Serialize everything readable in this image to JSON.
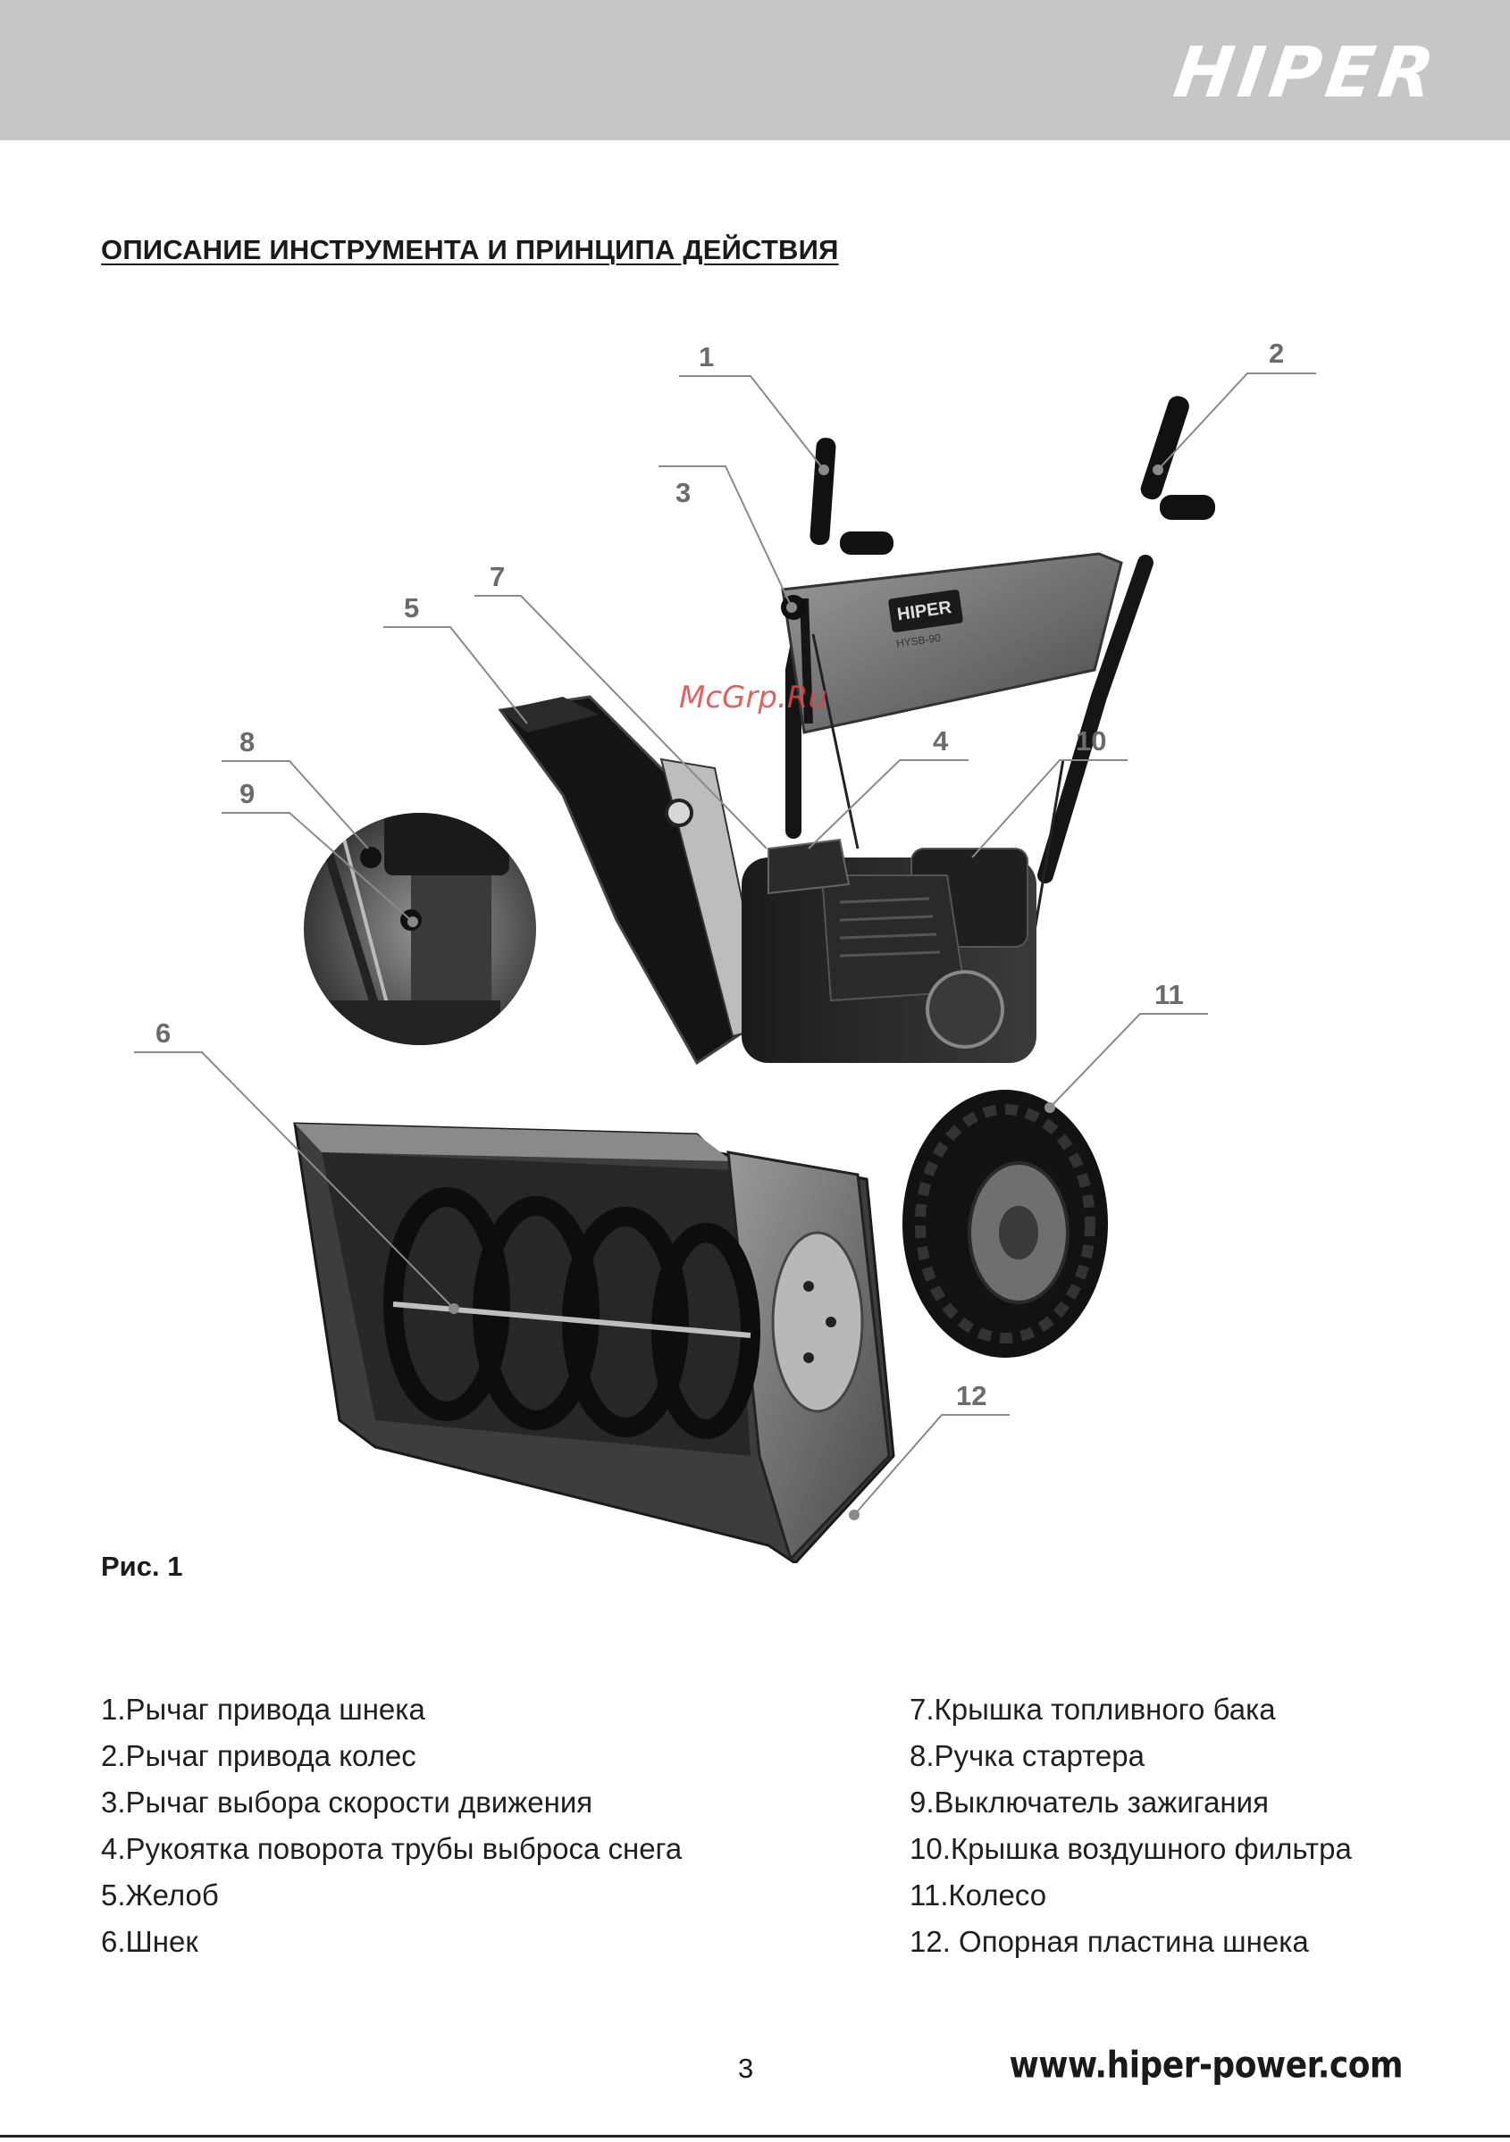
{
  "header": {
    "brand": "HIPER"
  },
  "section": {
    "title": "ОПИСАНИЕ ИНСТРУМЕНТА И ПРИНЦИПА ДЕЙСТВИЯ"
  },
  "figure": {
    "callouts": [
      "1",
      "2",
      "3",
      "4",
      "5",
      "6",
      "7",
      "8",
      "9",
      "10",
      "11",
      "12"
    ],
    "panel_brand": "HIPER",
    "panel_model": "HYSB-90",
    "watermark": "McGrp.Ru",
    "caption": "Рис. 1"
  },
  "legend": {
    "left": [
      "1.Рычаг привода шнека",
      "2.Рычаг привода колес",
      "3.Рычаг выбора скорости движения",
      "4.Рукоятка поворота трубы выброса снега",
      "5.Желоб",
      "6.Шнек"
    ],
    "right": [
      "7.Крышка топливного бака",
      "8.Ручка стартера",
      "9.Выключатель зажигания",
      "10.Крышка воздушного фильтра",
      "11.Колесо",
      "12. Опорная пластина шнека"
    ]
  },
  "footer": {
    "page_number": "3",
    "website": "www.hiper-power.com"
  }
}
